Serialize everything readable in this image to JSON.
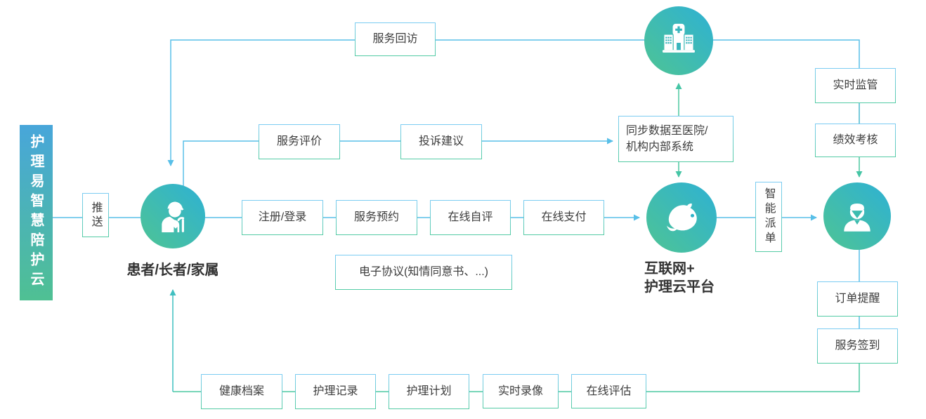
{
  "banner": {
    "title": "护理易智慧陪护云"
  },
  "actors": {
    "patient": {
      "label": "患者/长者/家属",
      "icon": "elderly-person-icon"
    },
    "platform": {
      "label_line1": "互联网+",
      "label_line2": "护理云平台",
      "icon": "fish-logo-icon"
    },
    "hospital": {
      "icon": "hospital-icon"
    },
    "caregiver": {
      "icon": "nurse-icon"
    }
  },
  "boxes": {
    "push": "推送",
    "service_callback": "服务回访",
    "service_evaluation": "服务评价",
    "complaint_suggestion": "投诉建议",
    "sync_data_line1": "同步数据至医院/",
    "sync_data_line2": "机构内部系统",
    "realtime_supervision": "实时监管",
    "performance_assessment": "绩效考核",
    "register_login": "注册/登录",
    "service_booking": "服务预约",
    "online_self_assessment": "在线自评",
    "online_payment": "在线支付",
    "e_agreement": "电子协议(知情同意书、...)",
    "smart_dispatch": "智能派单",
    "order_reminder": "订单提醒",
    "service_checkin": "服务签到",
    "health_archive": "健康档案",
    "nursing_record": "护理记录",
    "nursing_plan": "护理计划",
    "realtime_video": "实时录像",
    "online_assessment": "在线评估"
  },
  "colors": {
    "line_blue": "#58bfe8",
    "line_green": "#4cc8a0",
    "line_teal": "#3fbfc0",
    "banner_gradient_top": "#48a6da",
    "banner_gradient_bottom": "#4fc093",
    "circle_gradient_start": "#2eb1d4",
    "circle_gradient_end": "#4ec494",
    "box_border_top": "#7cccf3",
    "box_border_bottom": "#54cba4",
    "text": "#3d3d3d"
  }
}
